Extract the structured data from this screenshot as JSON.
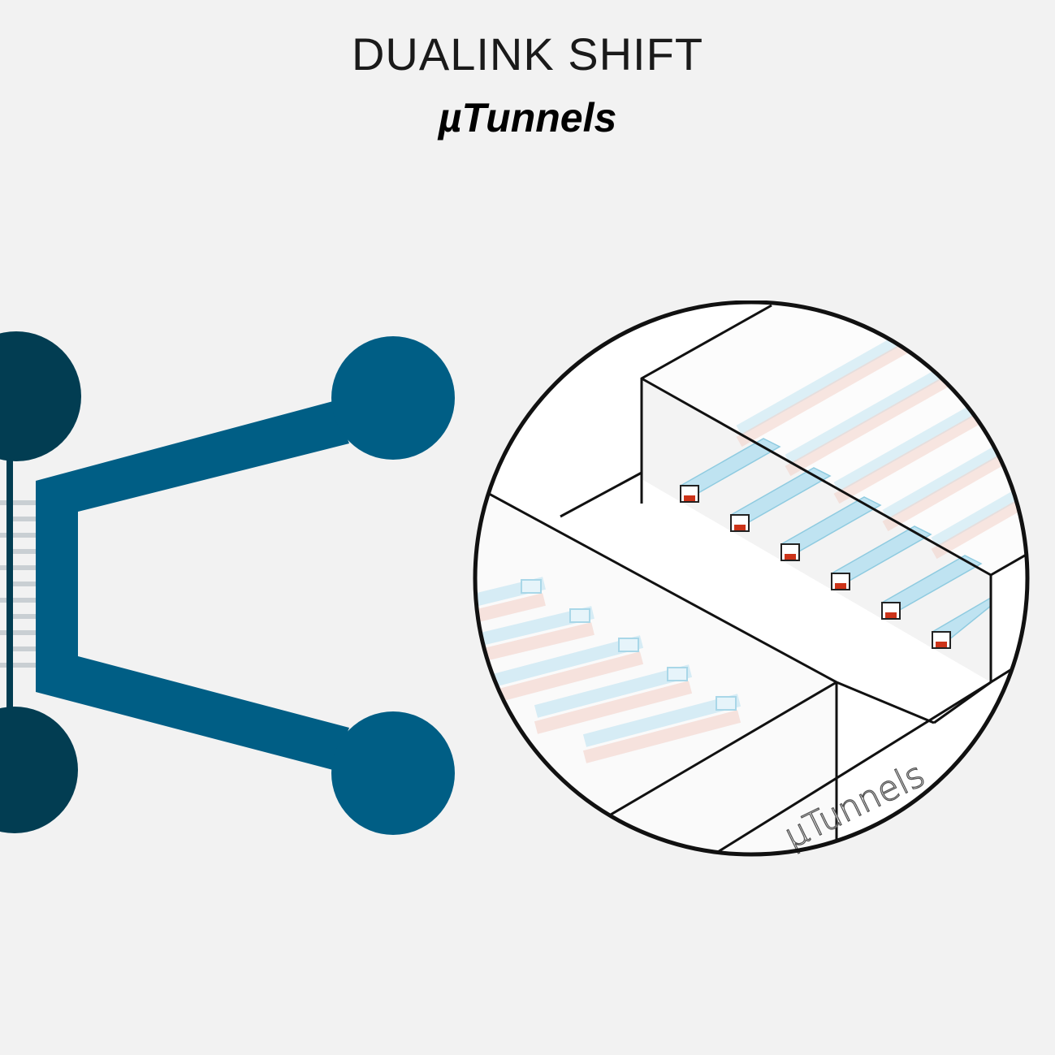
{
  "header": {
    "title": "DUALINK SHIFT",
    "subtitle": "µTunnels"
  },
  "zoom_view": {
    "label": "µTunnels"
  },
  "colors": {
    "background": "#f2f2f2",
    "dark_reservoir": "#023d52",
    "channel_blue": "#005e85",
    "tunnel_cyan": "#b8e2f0",
    "tunnel_red": "#cc3319"
  }
}
